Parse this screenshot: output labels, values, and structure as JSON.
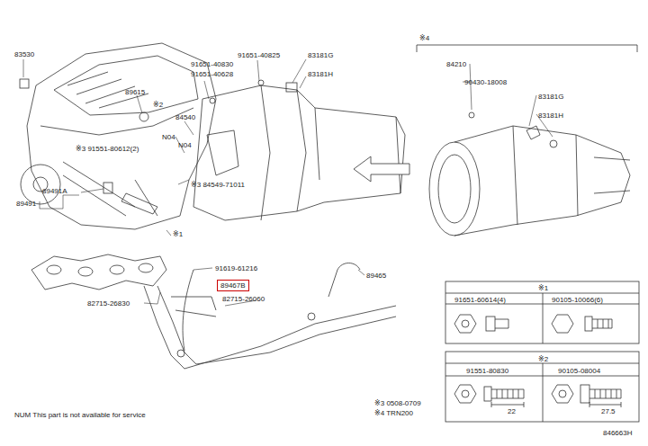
{
  "diagram": {
    "nodes": [
      {
        "text": [
          "89467B"
        ]
      }
    ],
    "labels": [
      "83530",
      "91651-40830",
      "91651-40628",
      "91651-40825",
      "83181G",
      "83181H",
      "89615",
      "※2",
      "84540",
      "N04",
      "N04",
      "※3 91551-80612(2)",
      "※3 84549-71011",
      "89491A",
      "89491",
      "※1",
      "91619-61216",
      "82715-26830",
      "82715-26060",
      "89465",
      "※4",
      "84210",
      "90430-18008",
      "83181G",
      "83181H",
      "※1",
      "91651-60614(4)",
      "90105-10066(6)",
      "※2",
      "91551-80830",
      "90105-08004",
      "22",
      "27.5",
      "※3 0508-0709",
      "※4 TRN200",
      "NUM This part is not available for service",
      "846663H"
    ]
  }
}
